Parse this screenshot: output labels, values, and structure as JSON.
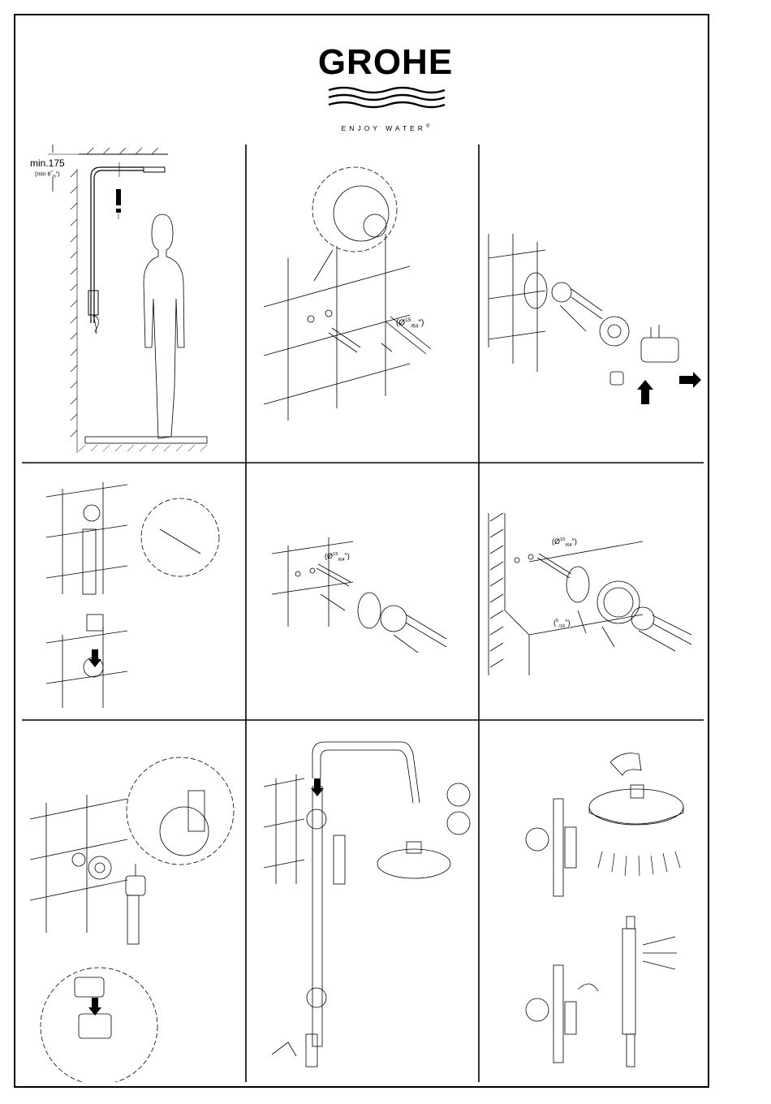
{
  "brand": {
    "name": "GROHE",
    "tagline": "ENJOY WATER",
    "registered_mark": "®"
  },
  "panel_1": {
    "min_label": "min.175",
    "min_inch_prefix": "(min 6",
    "min_inch_num": "7",
    "min_inch_den": "/8",
    "min_inch_suffix": "\")"
  },
  "panel_2": {
    "drill_prefix": "(Ø",
    "drill_num": "15",
    "drill_den": "/64",
    "drill_suffix": "\")"
  },
  "panel_5": {
    "drill_prefix": "(Ø",
    "drill_num": "15",
    "drill_den": "/64",
    "drill_suffix": "\")"
  },
  "panel_6": {
    "drill_prefix": "(Ø",
    "drill_num": "15",
    "drill_den": "/64",
    "drill_suffix": "\")",
    "gap_prefix": "(",
    "gap_num": "5",
    "gap_den": "/16",
    "gap_suffix": "\")"
  },
  "colors": {
    "ink": "#000000",
    "paper": "#ffffff"
  }
}
